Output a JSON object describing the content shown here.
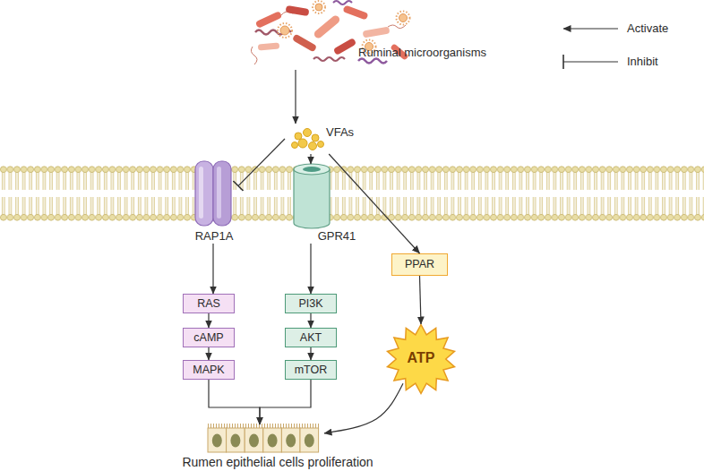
{
  "diagram": {
    "nodes": [
      {
        "text": [
          "Ruminal microorganisms"
        ]
      },
      {
        "text": [
          "VFAs"
        ]
      },
      {
        "text": [
          "RAP1A"
        ]
      },
      {
        "text": [
          "GPR41"
        ]
      },
      {
        "text": [
          "PPAR"
        ]
      },
      {
        "text": [
          "RAS"
        ]
      },
      {
        "text": [
          "PI3K"
        ]
      },
      {
        "text": [
          "cAMP"
        ]
      },
      {
        "text": [
          "AKT"
        ]
      },
      {
        "text": [
          "MAPK"
        ]
      },
      {
        "text": [
          "mTOR"
        ]
      },
      {
        "text": [
          "ATP"
        ]
      },
      {
        "text": [
          "Rumen epithelial cells proliferation"
        ]
      }
    ],
    "edges": [
      {
        "from": 0,
        "to": 1,
        "arrow": "to"
      },
      {
        "from": 1,
        "to": 2,
        "arrow": "to"
      },
      {
        "from": 1,
        "to": 3,
        "arrow": "to"
      },
      {
        "from": 1,
        "to": 4,
        "arrow": "to"
      },
      {
        "from": 2,
        "to": 5,
        "arrow": "to"
      },
      {
        "from": 3,
        "to": 6,
        "arrow": "to"
      },
      {
        "from": 5,
        "to": 7,
        "arrow": "to"
      },
      {
        "from": 7,
        "to": 9,
        "arrow": "to"
      },
      {
        "from": 6,
        "to": 8,
        "arrow": "to"
      },
      {
        "from": 8,
        "to": 10,
        "arrow": "to"
      },
      {
        "from": 4,
        "to": 11,
        "arrow": "to"
      },
      {
        "from": 9,
        "to": 12,
        "arrow": "to"
      },
      {
        "from": 10,
        "to": 12,
        "arrow": "to"
      },
      {
        "from": 11,
        "to": 12,
        "arrow": "to"
      }
    ],
    "legend": [
      {
        "text": "Activate"
      },
      {
        "text": "Inhibit"
      }
    ]
  }
}
